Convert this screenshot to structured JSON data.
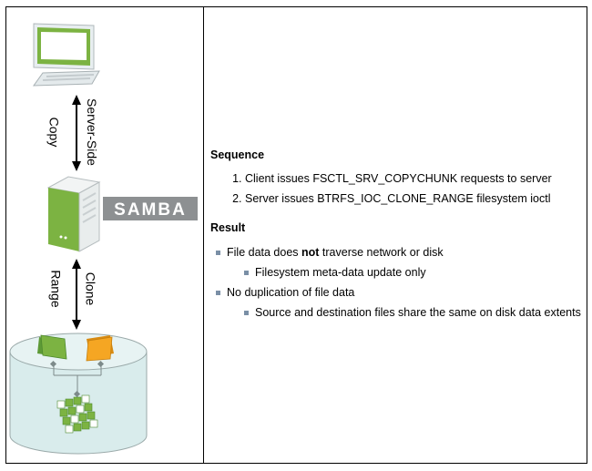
{
  "diagram": {
    "labels": {
      "copy": "Copy",
      "server_side": "Server-Side",
      "range": "Range",
      "clone": "Clone",
      "samba_logo": "SAMBA"
    },
    "colors": {
      "green": "#7cb342",
      "green_dark": "#4e8a2e",
      "orange": "#f5a623",
      "disk_fill": "#d9ecec",
      "disk_stroke": "#9aa9a9",
      "samba_bg": "#8d9092"
    }
  },
  "sequence": {
    "heading": "Sequence",
    "steps": [
      "Client issues FSCTL_SRV_COPYCHUNK requests to server",
      "Server issues BTRFS_IOC_CLONE_RANGE filesystem ioctl"
    ]
  },
  "result": {
    "heading": "Result",
    "items": [
      {
        "text_before": "File data does ",
        "text_bold": "not",
        "text_after": " traverse network or disk",
        "sub": [
          "Filesystem meta-data update only"
        ]
      },
      {
        "text_before": "No duplication of file data",
        "text_bold": "",
        "text_after": "",
        "sub": [
          "Source and destination files share the same on disk data extents"
        ]
      }
    ]
  }
}
